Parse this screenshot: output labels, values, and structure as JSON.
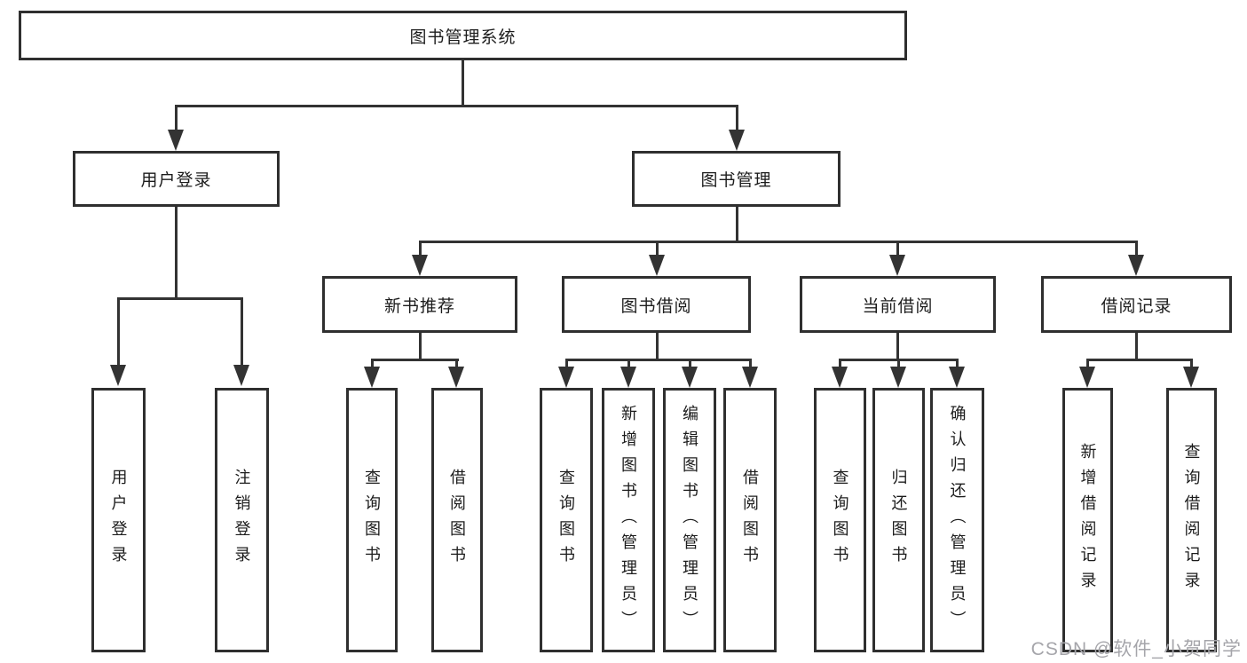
{
  "diagram": {
    "nodes": {
      "root": "图书管理系统",
      "user_login": "用户登录",
      "book_mgmt": "图书管理",
      "new_book": "新书推荐",
      "book_borrow": "图书借阅",
      "current_borrow": "当前借阅",
      "borrow_record": "借阅记录"
    },
    "leaves": {
      "user_login": [
        "用户登录",
        "注销登录"
      ],
      "new_book": [
        "查询图书",
        "借阅图书"
      ],
      "book_borrow": [
        "查询图书",
        "新增图书（管理员）",
        "编辑图书（管理员）",
        "借阅图书"
      ],
      "current_borrow": [
        "查询图书",
        "归还图书",
        "确认归还（管理员）"
      ],
      "borrow_record": [
        "新增借阅记录",
        "查询借阅记录"
      ]
    },
    "watermark": "CSDN @软件_小贺同学",
    "colors": {
      "line": "#333333",
      "border": "#2f2f2f",
      "text": "#1c1c1c",
      "watermark": "#a5a5aa",
      "background": "#ffffff"
    }
  }
}
